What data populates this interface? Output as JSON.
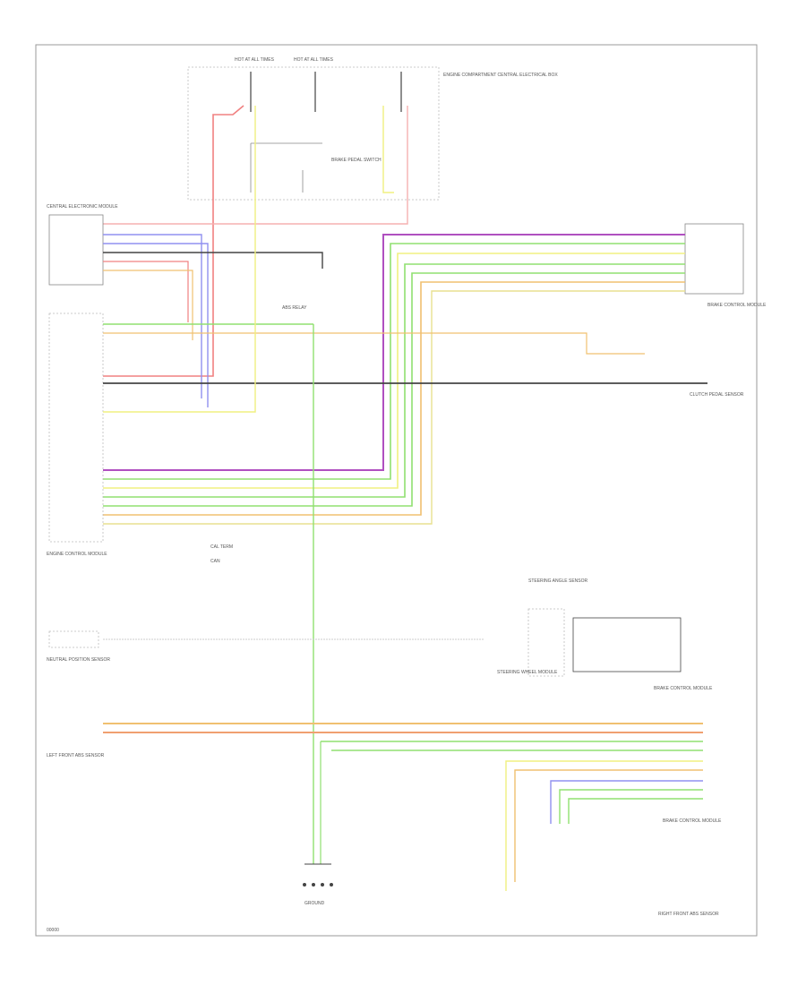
{
  "diagram": {
    "top_fuses": [
      "HOT AT ALL TIMES",
      "HOT AT ALL TIMES"
    ],
    "top_right_box": "ENGINE COMPARTMENT CENTRAL ELECTRICAL BOX",
    "brake_pedal_switch": "BRAKE PEDAL SWITCH",
    "left_top_module": "CENTRAL ELECTRONIC MODULE",
    "right_top_module": "BRAKE CONTROL MODULE",
    "relay_label": "ABS RELAY",
    "left_mid_module": "ENGINE CONTROL MODULE",
    "right_mid_label": "CLUTCH PEDAL SENSOR",
    "legend": [
      "CAL TERM",
      "CAN"
    ],
    "left_lower_1": "NEUTRAL POSITION SENSOR",
    "left_lower_2": "LEFT FRONT ABS SENSOR",
    "mid_right_module": "STEERING ANGLE SENSOR",
    "mid_right_connector": "STEERING WHEEL MODULE",
    "right_lower_module": "BRAKE CONTROL MODULE",
    "right_lower_2": "RIGHT FRONT ABS SENSOR",
    "ground_label": "GROUND",
    "footer_code": "00000"
  },
  "wire_colors": {
    "red": "#f08080",
    "yellow": "#f0f080",
    "blue": "#9090f0",
    "purple": "#b050c0",
    "green": "#90e070",
    "orange": "#f0c070",
    "gray": "#808080",
    "light_yellow": "#e8e090",
    "dark": "#444444",
    "pink": "#f5b0b0"
  }
}
